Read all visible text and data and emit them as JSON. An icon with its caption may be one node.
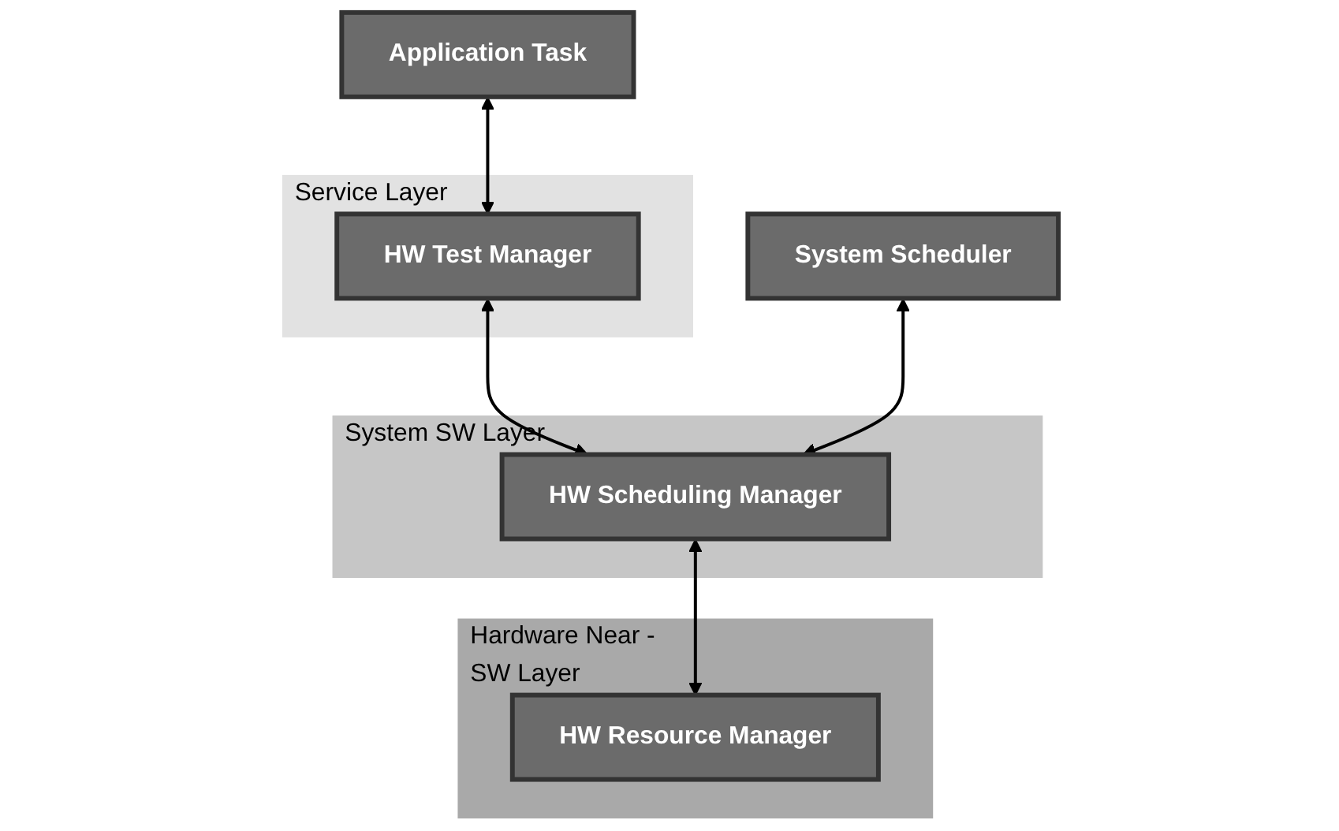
{
  "diagram": {
    "nodes": [
      {
        "text": [
          "Application Task"
        ]
      },
      {
        "text": [
          "System Scheduler"
        ]
      },
      {
        "text": [
          "Service Layer"
        ]
      },
      {
        "text": [
          "HW Test Manager"
        ],
        "in": 2
      },
      {
        "text": [
          "System SW Layer"
        ]
      },
      {
        "text": [
          "HW Scheduling Manager"
        ],
        "in": 4
      },
      {
        "text": [
          "Hardware Near - SW Layer"
        ]
      },
      {
        "text": [
          "HW Resource Manager"
        ],
        "in": 6
      }
    ],
    "edges": [
      {
        "from": 0,
        "to": 3,
        "arrow": "both"
      },
      {
        "from": 3,
        "to": 5,
        "arrow": "both"
      },
      {
        "from": 5,
        "to": 7,
        "arrow": "both"
      },
      {
        "from": 1,
        "to": 5,
        "arrow": "both"
      }
    ]
  }
}
